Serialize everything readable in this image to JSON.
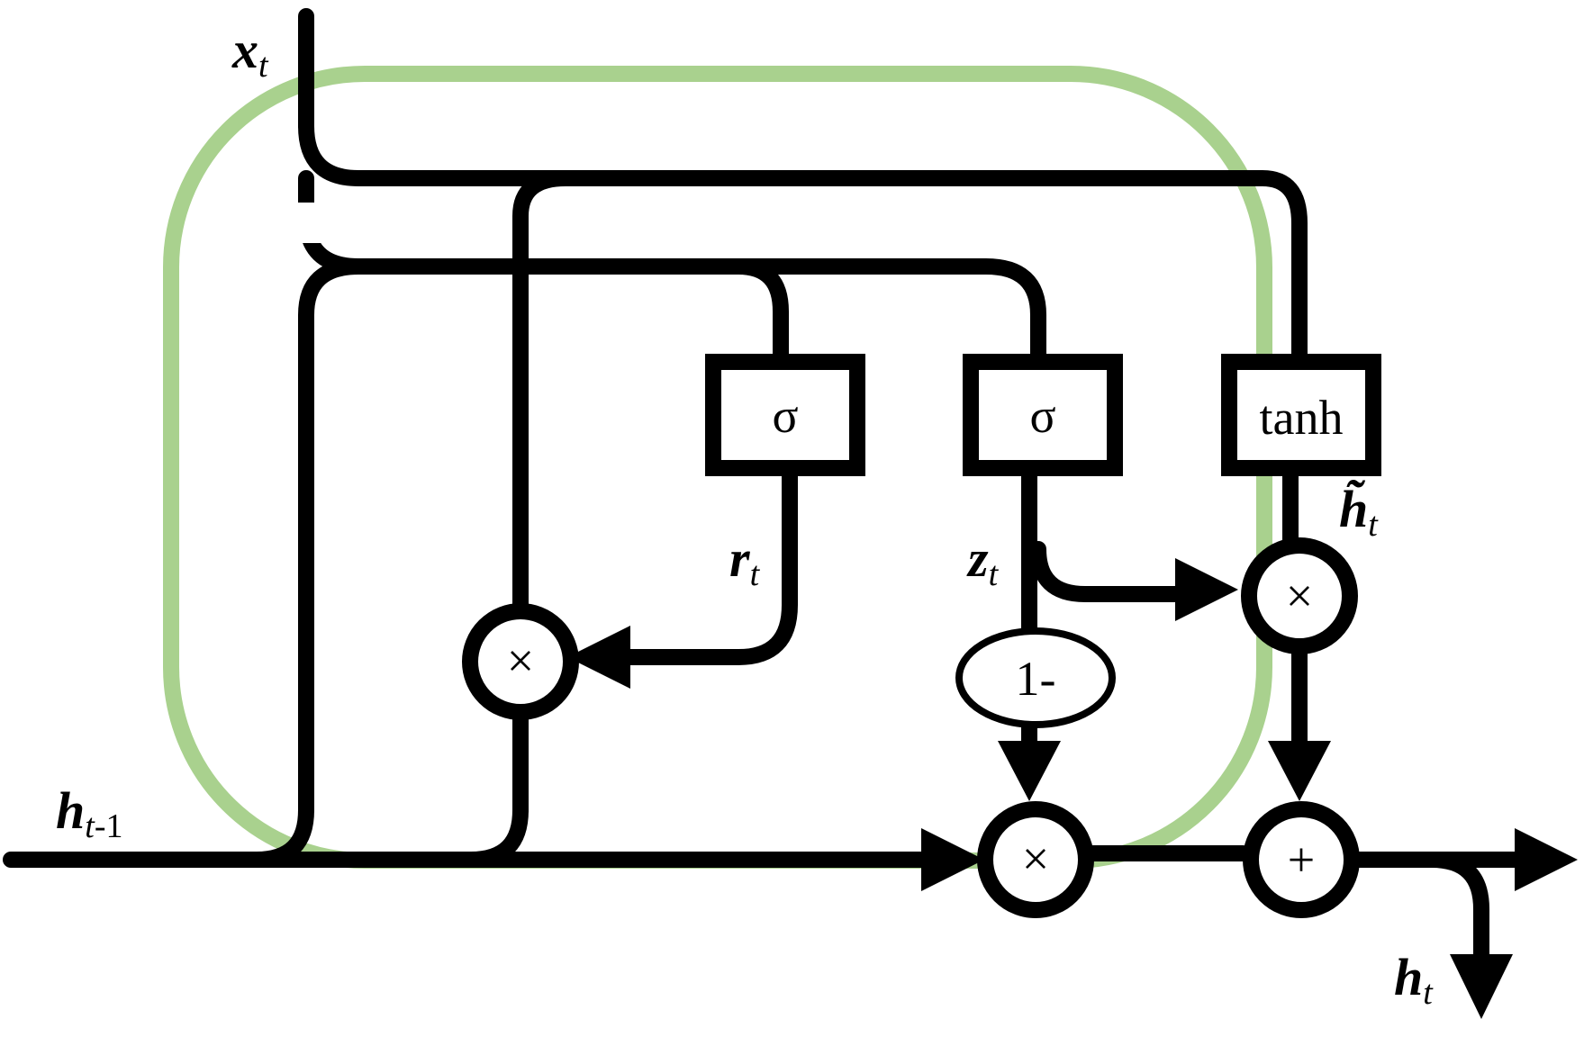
{
  "gates": {
    "reset": {
      "label": "σ",
      "output": "r",
      "output_sub": "t"
    },
    "update": {
      "label": "σ",
      "output": "z",
      "output_sub": "t"
    },
    "candidate": {
      "label": "tanh",
      "output": "h̃",
      "output_sub": "t"
    }
  },
  "operators": {
    "reset_multiply": "×",
    "candidate_multiply": "×",
    "state_multiply": "×",
    "add": "+",
    "one_minus": "1-"
  },
  "inputs": {
    "x": {
      "main": "x",
      "sub": "t"
    },
    "h_prev": {
      "main": "h",
      "sub": "t",
      "sub_suffix": "-1"
    }
  },
  "outputs": {
    "h": {
      "main": "h",
      "sub": "t"
    }
  },
  "colors": {
    "cell_frame": "#a9d18e",
    "wires": "#000000",
    "background": "#ffffff"
  }
}
